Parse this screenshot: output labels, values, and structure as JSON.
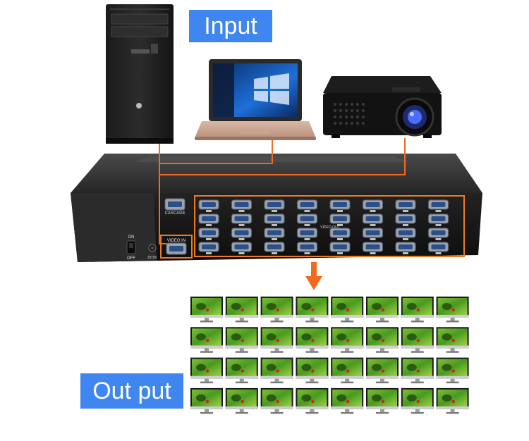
{
  "labels": {
    "input": "Input",
    "output": "Out put"
  },
  "device_panel": {
    "cascade": "CASCADE",
    "video_in": "VIDEO  IN",
    "video_out": "VIDEO OUT",
    "switch_on": "ON",
    "switch_off": "OFF",
    "dc_jack": "DC9V"
  },
  "colors": {
    "label_bg": "#3f86f0",
    "connector_line": "#f26a21",
    "highlight_box": "#f07a20",
    "arrow": "#f26a21"
  },
  "icons": {
    "tower": "desktop-tower-icon",
    "laptop": "laptop-icon",
    "projector": "projector-icon",
    "monitor": "monitor-icon",
    "arrow": "arrow-down-icon"
  },
  "outputs": {
    "rows": 4,
    "cols": 8,
    "port_count": 32
  }
}
